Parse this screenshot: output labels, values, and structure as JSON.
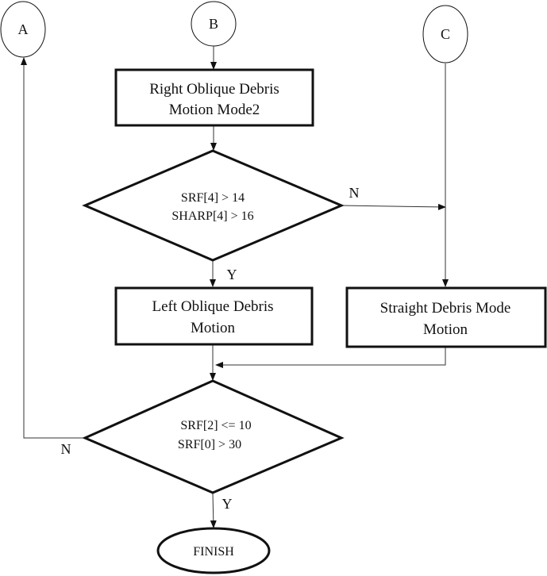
{
  "connectors": {
    "a": "A",
    "b": "B",
    "c": "C"
  },
  "process_right_oblique": {
    "line1": "Right Oblique Debris",
    "line2": "Motion Mode2"
  },
  "decision_1": {
    "line1": "SRF[4] > 14",
    "line2": "SHARP[4] > 16",
    "no_label": "N",
    "yes_label": "Y"
  },
  "process_left_oblique": {
    "line1": "Left Oblique Debris",
    "line2": "Motion"
  },
  "process_straight": {
    "line1": "Straight Debris Mode",
    "line2": "Motion"
  },
  "decision_2": {
    "line1": "SRF[2] <= 10",
    "line2": "SRF[0] > 30",
    "no_label": "N",
    "yes_label": "Y"
  },
  "terminal": {
    "label": "FINISH"
  }
}
